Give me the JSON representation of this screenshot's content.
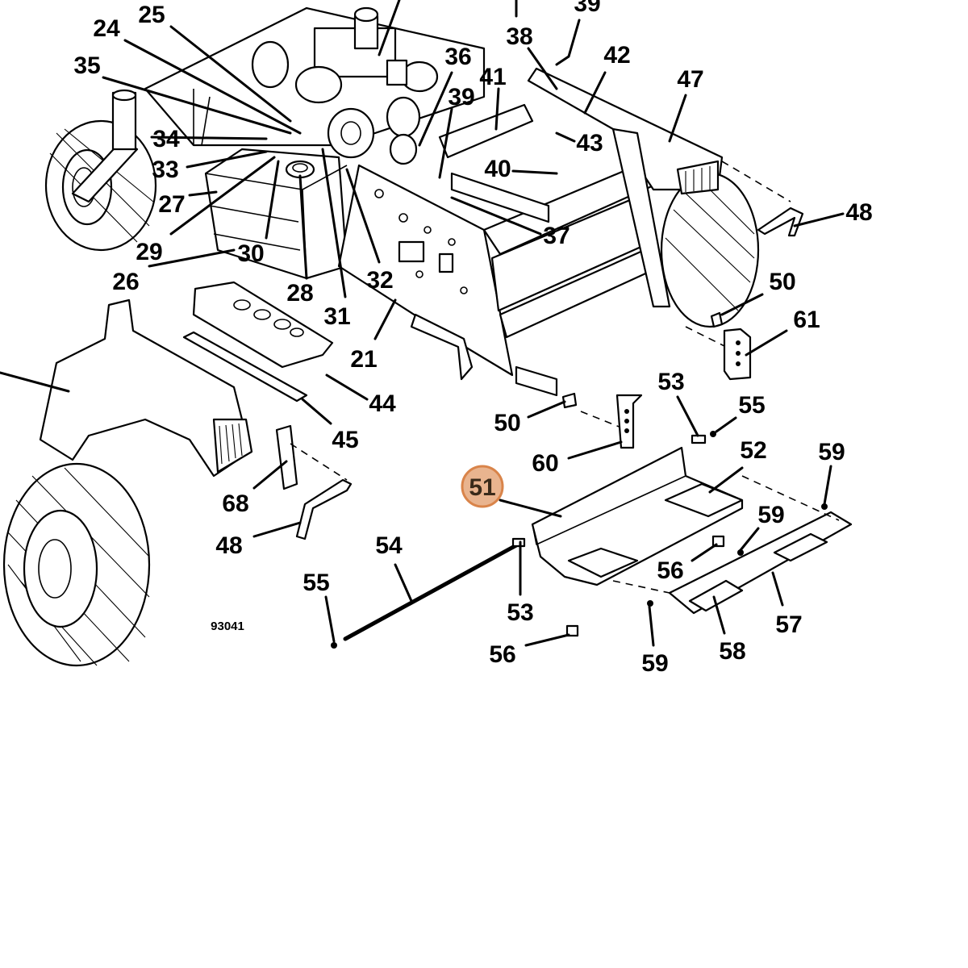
{
  "diagram": {
    "drawing_number": "93041",
    "highlighted_callout": "51",
    "highlight_color": "#e9b48f",
    "callouts": [
      {
        "id": "c25",
        "text": "25"
      },
      {
        "id": "c24",
        "text": "24"
      },
      {
        "id": "c35",
        "text": "35"
      },
      {
        "id": "c34",
        "text": "34"
      },
      {
        "id": "c33",
        "text": "33"
      },
      {
        "id": "c27",
        "text": "27"
      },
      {
        "id": "c29",
        "text": "29"
      },
      {
        "id": "c30",
        "text": "30"
      },
      {
        "id": "c26",
        "text": "26"
      },
      {
        "id": "c28",
        "text": "28"
      },
      {
        "id": "c31",
        "text": "31"
      },
      {
        "id": "c32",
        "text": "32"
      },
      {
        "id": "c21",
        "text": "21"
      },
      {
        "id": "c36",
        "text": "36"
      },
      {
        "id": "c39a",
        "text": "39"
      },
      {
        "id": "c39b",
        "text": "39"
      },
      {
        "id": "c38",
        "text": "38"
      },
      {
        "id": "c41",
        "text": "41"
      },
      {
        "id": "c42",
        "text": "42"
      },
      {
        "id": "c43",
        "text": "43"
      },
      {
        "id": "c40",
        "text": "40"
      },
      {
        "id": "c37",
        "text": "37"
      },
      {
        "id": "c47",
        "text": "47"
      },
      {
        "id": "c48a",
        "text": "48"
      },
      {
        "id": "c50a",
        "text": "50"
      },
      {
        "id": "c61",
        "text": "61"
      },
      {
        "id": "c44",
        "text": "44"
      },
      {
        "id": "c45",
        "text": "45"
      },
      {
        "id": "c50b",
        "text": "50"
      },
      {
        "id": "c53a",
        "text": "53"
      },
      {
        "id": "c55a",
        "text": "55"
      },
      {
        "id": "c60",
        "text": "60"
      },
      {
        "id": "c52",
        "text": "52"
      },
      {
        "id": "c59a",
        "text": "59"
      },
      {
        "id": "c59b",
        "text": "59"
      },
      {
        "id": "c68",
        "text": "68"
      },
      {
        "id": "c48b",
        "text": "48"
      },
      {
        "id": "c54",
        "text": "54"
      },
      {
        "id": "c56a",
        "text": "56"
      },
      {
        "id": "c55b",
        "text": "55"
      },
      {
        "id": "c53b",
        "text": "53"
      },
      {
        "id": "c56b",
        "text": "56"
      },
      {
        "id": "c59c",
        "text": "59"
      },
      {
        "id": "c58",
        "text": "58"
      },
      {
        "id": "c57",
        "text": "57"
      }
    ]
  }
}
